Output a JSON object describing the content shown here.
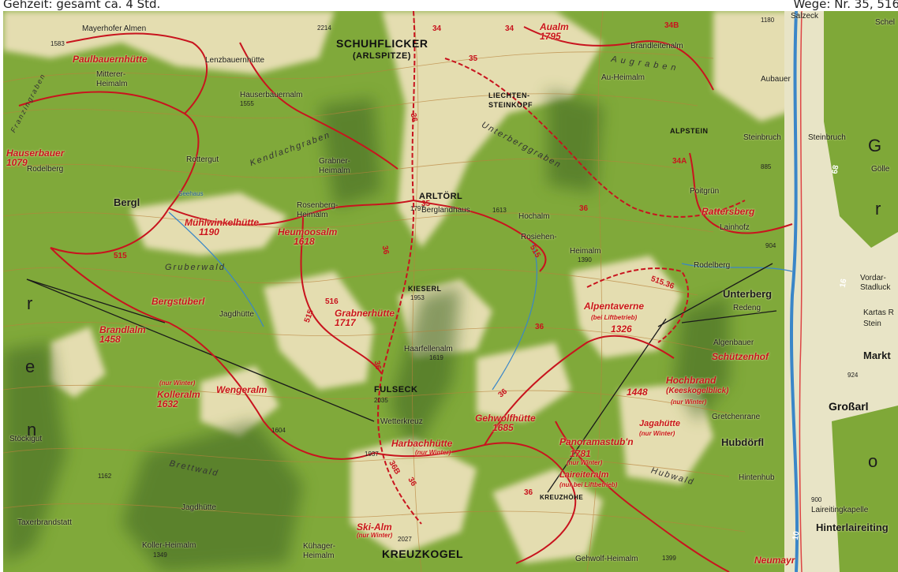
{
  "header": {
    "left_text": "Gehzeit: gesamt ca. 4 Std.",
    "right_text": "Wege: Nr. 35, 516"
  },
  "map": {
    "colors": {
      "forest": "#7fa838",
      "meadow": "#e6e0b4",
      "trail": "#c8141e",
      "contour": "#b8823c",
      "water": "#3a86c8",
      "text": "#1a1a1a"
    },
    "peaks": [
      {
        "name": "SCHUHFLICKER",
        "sub": "(ARLSPITZE)",
        "alt": "2214"
      },
      {
        "name": "KREUZKOGEL",
        "alt": "2027"
      },
      {
        "name": "FULSECK",
        "alt": "2035"
      },
      {
        "name": "ARLTÖRL",
        "alt": "1797"
      },
      {
        "name": "KIESERL",
        "alt": "1953"
      },
      {
        "name": "LIECHTEN-",
        "sub": "STEINKOPF"
      },
      {
        "name": "ALPSTEIN"
      },
      {
        "name": "KREUZHÖHE"
      }
    ],
    "huts": [
      {
        "name": "Paulbauernhütte"
      },
      {
        "name": "Hauserbauer",
        "alt": "1079"
      },
      {
        "name": "Mühlwinkelhütte",
        "alt": "1190"
      },
      {
        "name": "Heumoosalm",
        "alt": "1618"
      },
      {
        "name": "Bergstüberl"
      },
      {
        "name": "Brandlalm",
        "alt": "1458"
      },
      {
        "name": "Grabnerhütte",
        "alt": "1717"
      },
      {
        "name": "Wengeralm"
      },
      {
        "name": "Kolleralm",
        "note": "(nur Winter)",
        "alt": "1632"
      },
      {
        "name": "Gehwolfhütte",
        "alt": "1685"
      },
      {
        "name": "Harbachhütte",
        "note": "(nur Winter)"
      },
      {
        "name": "Ski-Alm",
        "note": "(nur Winter)"
      },
      {
        "name": "Aualm",
        "alt": "1795"
      },
      {
        "name": "Alpentaverne",
        "note": "(bei Liftbetrieb)",
        "alt": "1326"
      },
      {
        "name": "Schützenhof"
      },
      {
        "name": "Hochbrand",
        "note": "(Keeskogelblick)",
        "alt": "1448",
        "note2": "(nur Winter)"
      },
      {
        "name": "Jagahütte",
        "note": "(nur Winter)"
      },
      {
        "name": "Panoramastub'n",
        "alt": "1781",
        "note": "(nur Winter)"
      },
      {
        "name": "Laireiteralm",
        "note": "(nur bei Liftbetrieb)"
      },
      {
        "name": "Rattersberg"
      }
    ],
    "places": [
      "Mayerhofer Almen",
      "Lenzbauernhütte",
      "Mitterer-",
      "Heimalm",
      "Hauserbauernalm",
      "Grabner-",
      "Heimalm",
      "Rottergut",
      "Rodelberg",
      "Bergl",
      "Seehaus",
      "Rosenberg-",
      "Heimalm",
      "Berglandhaus",
      "Hochalm",
      "Rosiehen-",
      "Heimalm",
      "Brandleitenalm",
      "Au-Heimalm",
      "Aubauer",
      "Salzeck",
      "Steinbruch",
      "Poitgrün",
      "Lainhofz",
      "Rodelberg",
      "Unterberg",
      "Redeng",
      "Algenbauer",
      "Haarfellenalm",
      "Jagdhütte",
      "Wetterkreuz",
      "Stöckigut",
      "Taxerbrandstatt",
      "Koller-Heimalm",
      "Jagdhütte",
      "Kühager-",
      "Heimalm",
      "Gretchenrane",
      "Hubdörfl",
      "Hintenhub",
      "Laireitingkapelle",
      "Hinterlaireiting",
      "Neumayr",
      "Gehwolf-Heimalm",
      "Vordar-",
      "Stadluck",
      "Markt",
      "Kartas R",
      "Stein",
      "Steinbruch",
      "Gölle",
      "Schel"
    ],
    "areas": [
      "Gruberwald",
      "Brettwald",
      "Hubwald",
      "Augraben",
      "Unterberggraben",
      "Kendlachgraben",
      "Franzingraben"
    ],
    "town": "Großarl",
    "altitudes": [
      "1583",
      "1555",
      "1613",
      "1390",
      "1619",
      "1604",
      "1937",
      "1162",
      "1349",
      "1399",
      "885",
      "904",
      "900",
      "924",
      "1180"
    ],
    "routes": [
      "34",
      "34",
      "34B",
      "35",
      "35",
      "36",
      "36",
      "36",
      "36",
      "36",
      "36B",
      "36",
      "515",
      "515",
      "515",
      "516",
      "515.36",
      "36",
      "34A",
      "36",
      "68",
      "16",
      "10"
    ],
    "area_letters": [
      "G",
      "r",
      "o",
      "n",
      "e",
      "r"
    ]
  }
}
